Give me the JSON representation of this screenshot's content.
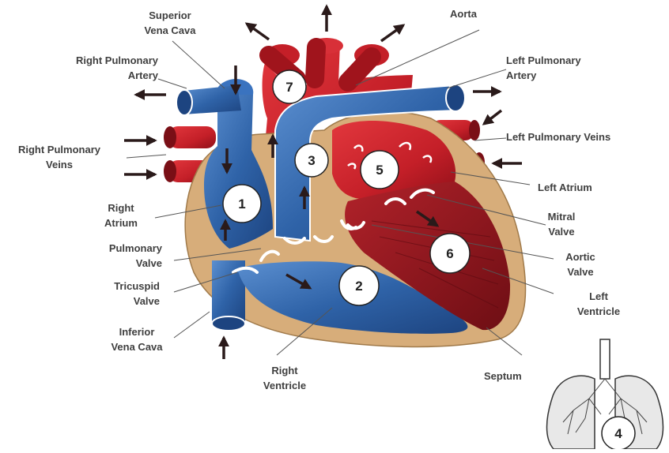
{
  "labels": {
    "superior_vena_cava": [
      "Superior",
      "Vena Cava"
    ],
    "aorta": "Aorta",
    "right_pulmonary_artery": [
      "Right Pulmonary",
      "Artery"
    ],
    "left_pulmonary_artery": [
      "Left Pulmonary",
      "Artery"
    ],
    "right_pulmonary_veins": [
      "Right Pulmonary",
      "Veins"
    ],
    "left_pulmonary_veins": "Left Pulmonary Veins",
    "left_atrium": "Left Atrium",
    "right_atrium": [
      "Right",
      "Atrium"
    ],
    "mitral_valve": [
      "Mitral",
      "Valve"
    ],
    "pulmonary_valve": [
      "Pulmonary",
      "Valve"
    ],
    "aortic_valve": [
      "Aortic",
      "Valve"
    ],
    "tricuspid_valve": [
      "Tricuspid",
      "Valve"
    ],
    "left_ventricle": [
      "Left",
      "Ventricle"
    ],
    "inferior_vena_cava": [
      "Inferior",
      "Vena Cava"
    ],
    "right_ventricle": [
      "Right",
      "Ventricle"
    ],
    "septum": "Septum"
  },
  "markers": {
    "m1": "1",
    "m2": "2",
    "m3": "3",
    "m4": "4",
    "m5": "5",
    "m6": "6",
    "m7": "7"
  },
  "colors": {
    "deoxygenated_blue": "#2f63a8",
    "oxygenated_red": "#c8202a",
    "heart_wall_tan": "#d7ad7a",
    "arrow": "#2a1a1a"
  }
}
